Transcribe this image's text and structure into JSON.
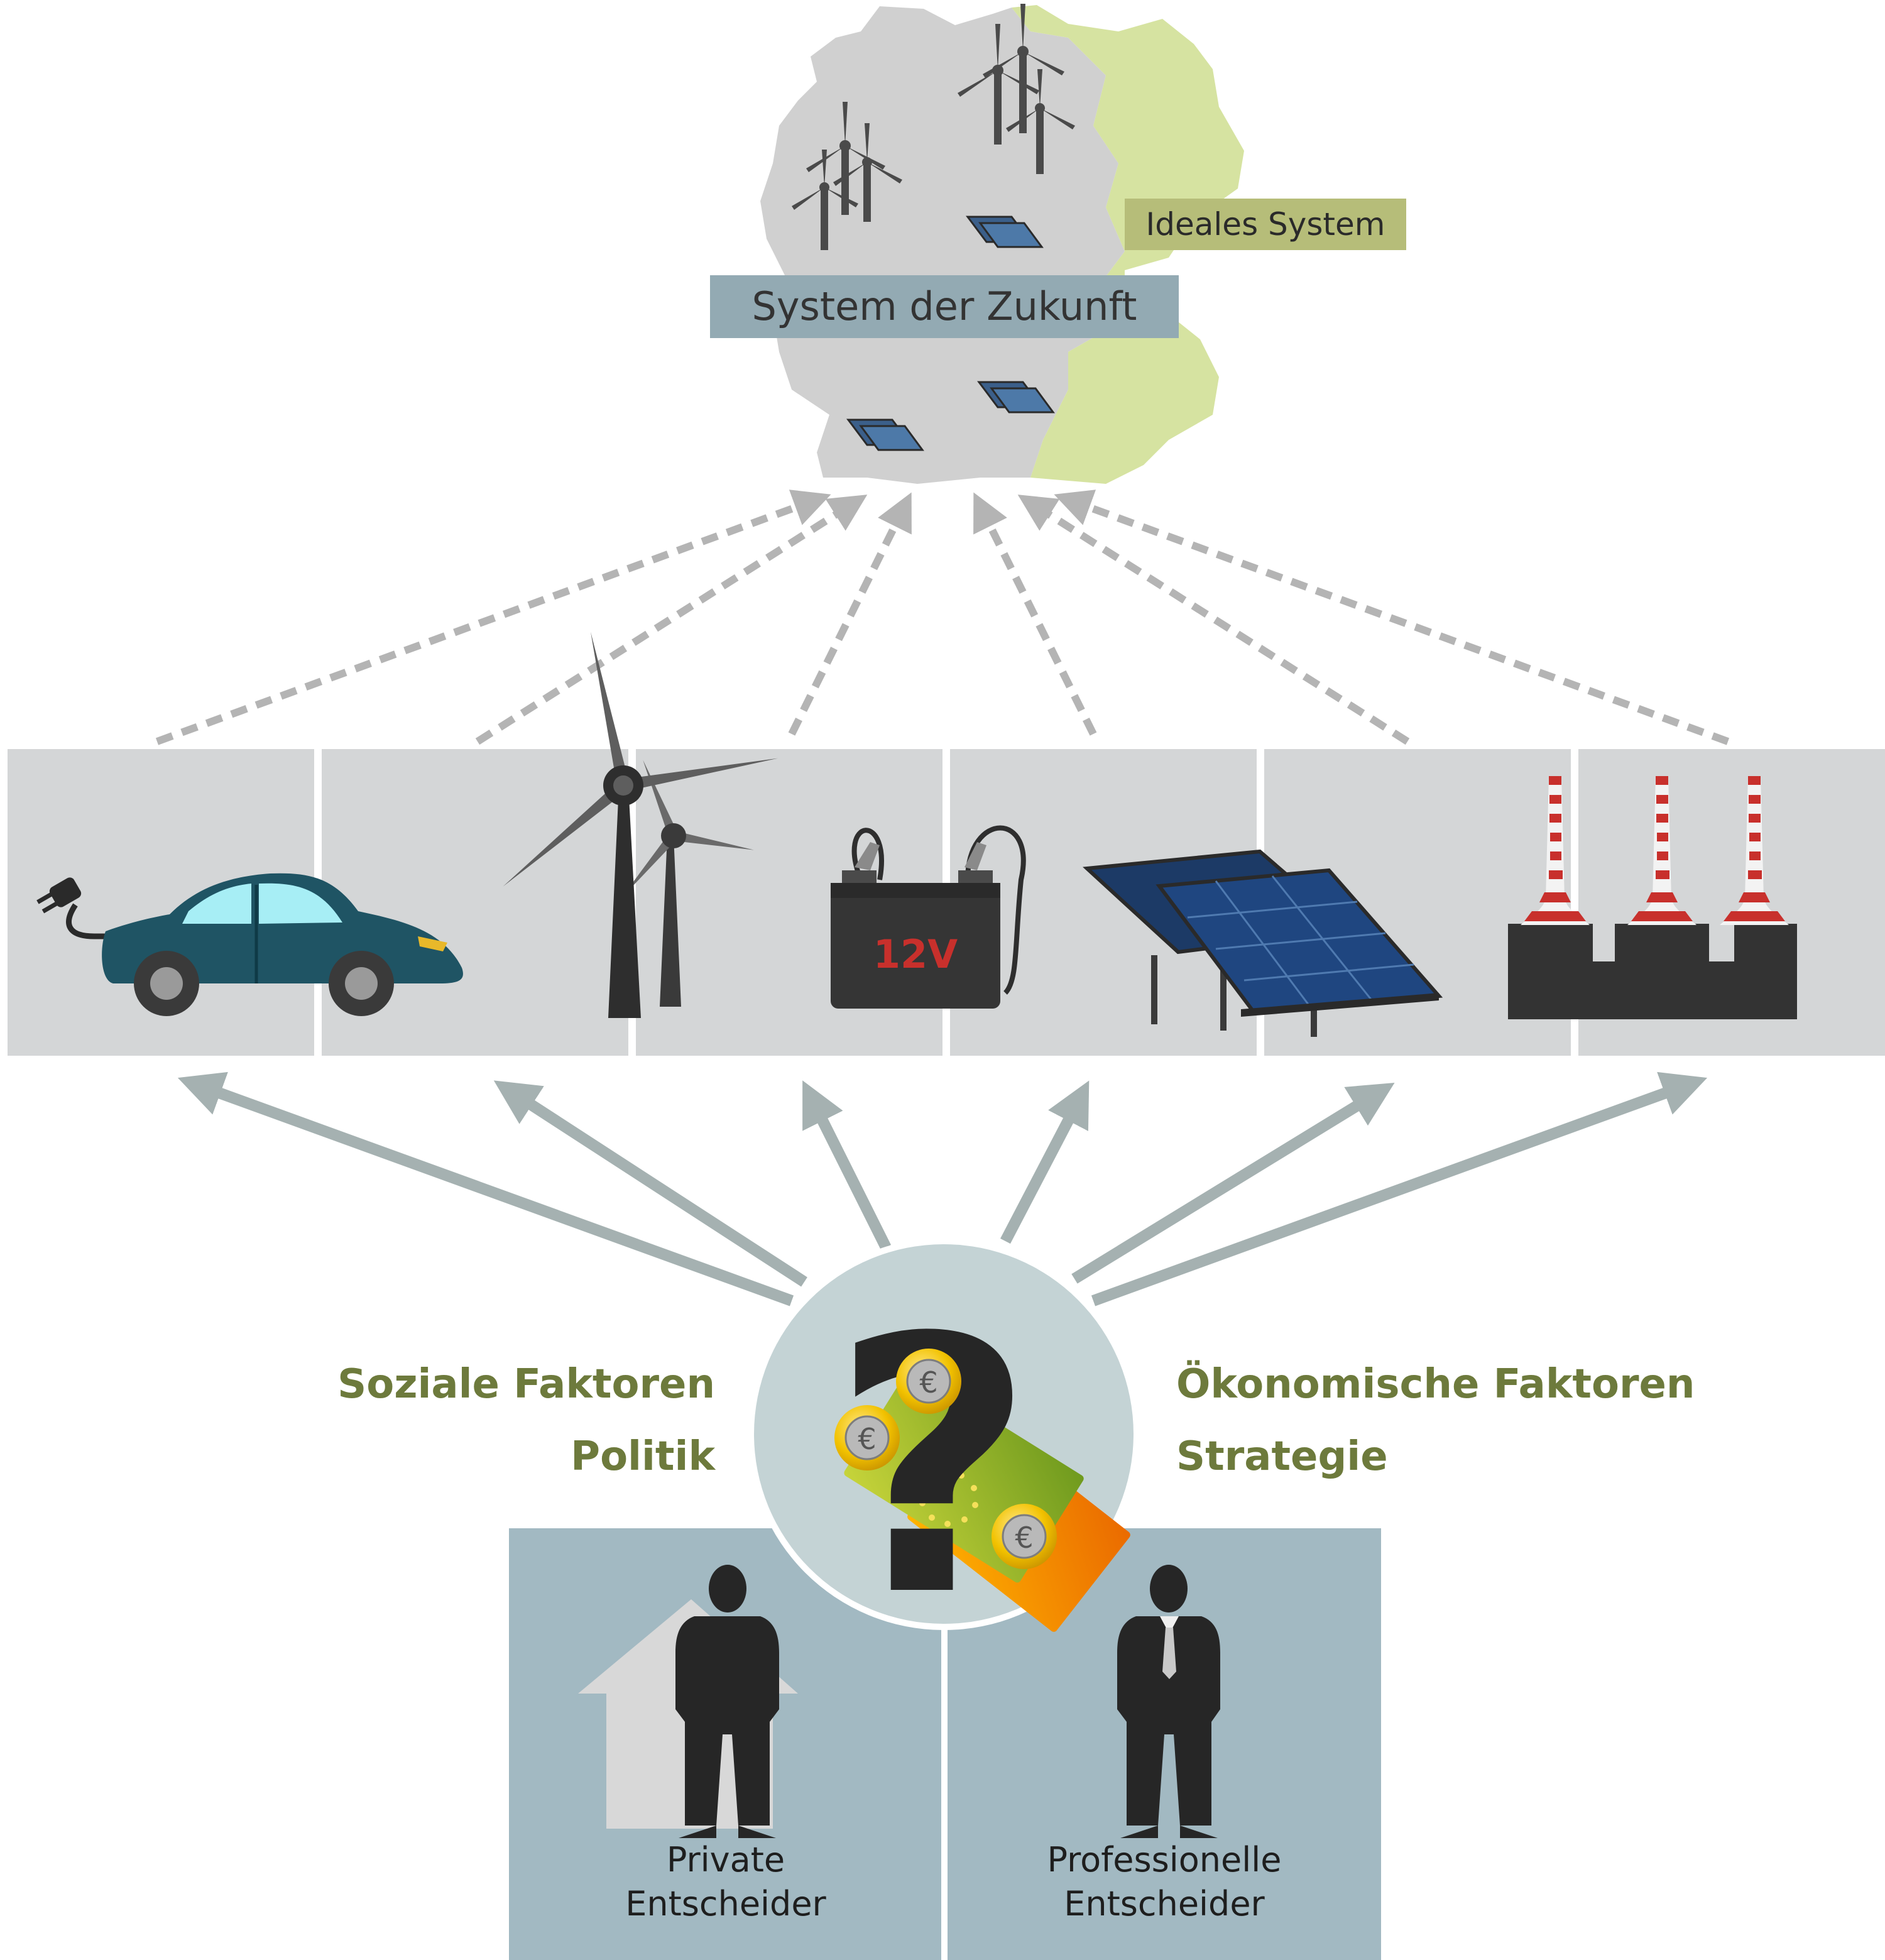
{
  "map": {
    "future_label": "System der Zukunft",
    "ideal_label": "Ideales System"
  },
  "technologies": {
    "battery_label": "12V",
    "items": [
      "electric-car-icon",
      "wind-turbine-icon",
      "battery-icon",
      "solar-panel-icon",
      "power-plant-icon"
    ]
  },
  "factors": {
    "left": [
      "Soziale Faktoren",
      "Politik"
    ],
    "right": [
      "Ökonomische Faktoren",
      "Strategie"
    ]
  },
  "decision_makers": {
    "private": [
      "Private",
      "Entscheider"
    ],
    "professional": [
      "Professionelle",
      "Entscheider"
    ]
  },
  "colors": {
    "panel_gray": "#d4d6d7",
    "decider_panel": "#a2b9c2",
    "map_gray": "#d0d0d0",
    "map_green": "#d6e3a1",
    "factor_text": "#6d7a3c",
    "arrow_solid": "#a5b1b1",
    "arrow_dashed": "#b4b4b4",
    "car_body": "#1f5464"
  }
}
